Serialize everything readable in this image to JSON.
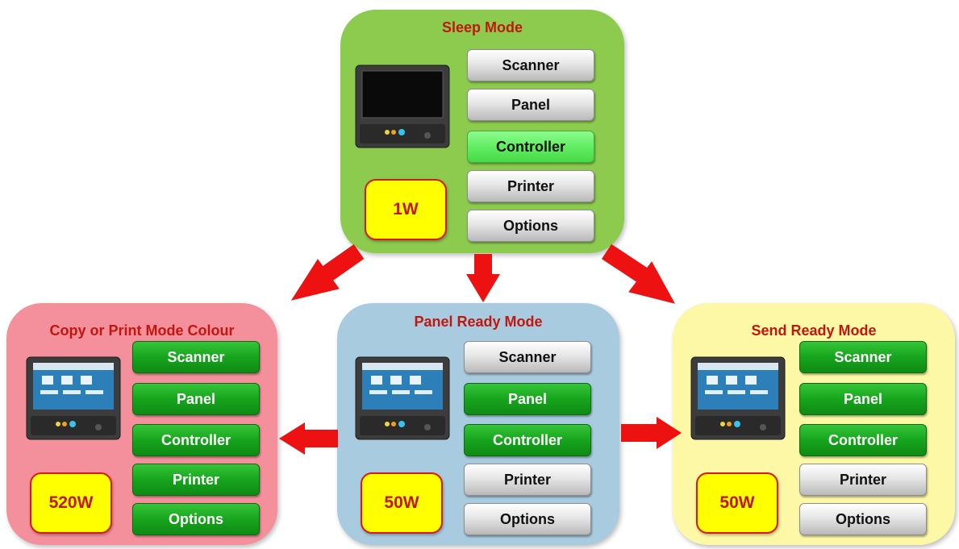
{
  "colors": {
    "sleep_bg": "#8dcb4f",
    "copy_bg": "#f4909c",
    "panel_bg": "#a9cbe0",
    "send_bg": "#fdf8a6",
    "title": "#c0170f",
    "arrow": "#ee1111",
    "power_bg": "#ffff00"
  },
  "modes": {
    "sleep": {
      "title": "Sleep Mode",
      "power": "1W",
      "screen": "off",
      "components": [
        {
          "label": "Scanner",
          "state": "off"
        },
        {
          "label": "Panel",
          "state": "off"
        },
        {
          "label": "Controller",
          "state": "idle"
        },
        {
          "label": "Printer",
          "state": "off"
        },
        {
          "label": "Options",
          "state": "off"
        }
      ]
    },
    "copy": {
      "title": "Copy or Print Mode Colour",
      "power": "520W",
      "screen": "on",
      "components": [
        {
          "label": "Scanner",
          "state": "on"
        },
        {
          "label": "Panel",
          "state": "on"
        },
        {
          "label": "Controller",
          "state": "on"
        },
        {
          "label": "Printer",
          "state": "on"
        },
        {
          "label": "Options",
          "state": "on"
        }
      ]
    },
    "panel_ready": {
      "title": "Panel Ready Mode",
      "power": "50W",
      "screen": "on",
      "components": [
        {
          "label": "Scanner",
          "state": "off"
        },
        {
          "label": "Panel",
          "state": "on"
        },
        {
          "label": "Controller",
          "state": "on"
        },
        {
          "label": "Printer",
          "state": "off"
        },
        {
          "label": "Options",
          "state": "off"
        }
      ]
    },
    "send_ready": {
      "title": "Send Ready Mode",
      "power": "50W",
      "screen": "on",
      "components": [
        {
          "label": "Scanner",
          "state": "on"
        },
        {
          "label": "Panel",
          "state": "on"
        },
        {
          "label": "Controller",
          "state": "on"
        },
        {
          "label": "Printer",
          "state": "off"
        },
        {
          "label": "Options",
          "state": "off"
        }
      ]
    }
  },
  "icons": {
    "device": "control-panel-device-icon",
    "arrow": "transition-arrow"
  }
}
